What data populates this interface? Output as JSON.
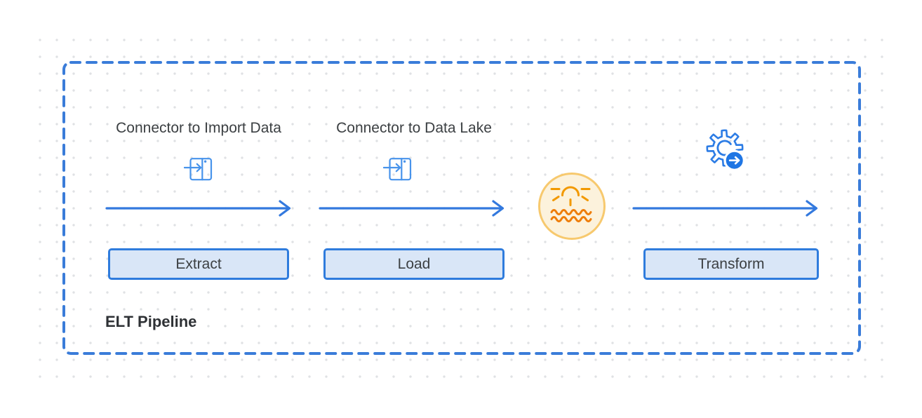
{
  "diagram": {
    "title": "ELT Pipeline",
    "connector_labels": [
      {
        "text": "Connector to Import Data"
      },
      {
        "text": "Connector to Data Lake"
      }
    ],
    "stages": [
      {
        "label": "Extract"
      },
      {
        "label": "Load"
      },
      {
        "label": "Transform"
      }
    ],
    "icons": [
      "connector-icon",
      "connector-icon",
      "data-lake-icon",
      "gear-transform-icon",
      "arrow-right-icon"
    ],
    "colors": {
      "accent_blue": "#3379DE",
      "dashed_border": "#3A7CD9",
      "box_border": "#2F7CDD",
      "box_fill": "#D9E6F7",
      "icon_blue": "#4793EB",
      "gear_blue": "#2C7CE5",
      "badge_blue": "#1F76E4",
      "lake_fill": "#FCF2DC",
      "lake_border": "#F7C96E",
      "lake_sun": "#F29900",
      "lake_waves": "#EE7D09",
      "text": "#3C4043",
      "title_text": "#2E3135",
      "dot_grid": "#DFE1E4"
    }
  }
}
